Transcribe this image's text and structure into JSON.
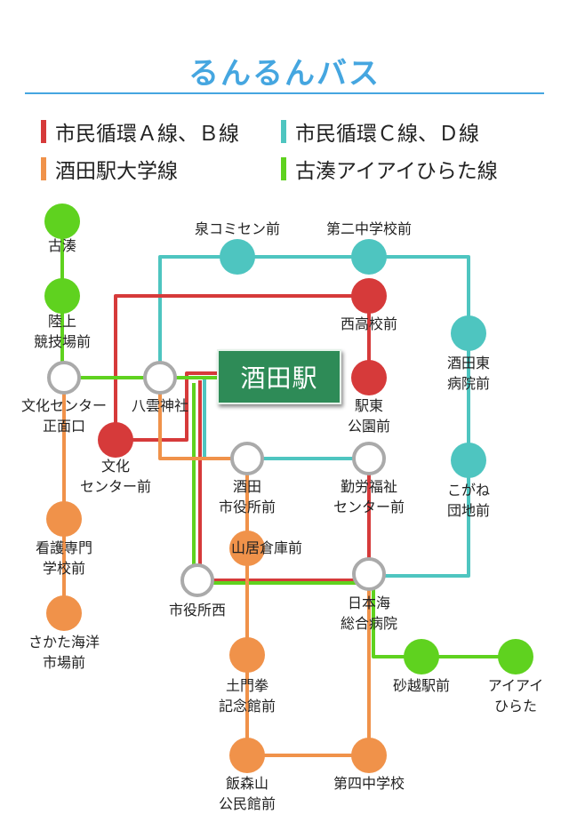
{
  "title": "るんるんバス",
  "legend": [
    {
      "label": "市民循環Ａ線、Ｂ線",
      "color": "#d63a3a"
    },
    {
      "label": "市民循環Ｃ線、Ｄ線",
      "color": "#4ec5c0"
    },
    {
      "label": "酒田駅大学線",
      "color": "#f0924a"
    },
    {
      "label": "古湊アイアイひらた線",
      "color": "#5fd21f"
    }
  ],
  "hub_station": "酒田駅",
  "stations": [
    {
      "id": "furuminato",
      "label": [
        "古湊"
      ],
      "type": "green"
    },
    {
      "id": "rikujo",
      "label": [
        "陸上",
        "競技場前"
      ],
      "type": "green"
    },
    {
      "id": "bunka-shomen",
      "label": [
        "文化センター",
        "正面口"
      ],
      "type": "transfer"
    },
    {
      "id": "yakumo",
      "label": [
        "八雲神社"
      ],
      "type": "transfer"
    },
    {
      "id": "bunka-mae",
      "label": [
        "文化",
        "センター前"
      ],
      "type": "red"
    },
    {
      "id": "izumi",
      "label": [
        "泉コミセン前"
      ],
      "type": "teal"
    },
    {
      "id": "dai2",
      "label": [
        "第二中学校前"
      ],
      "type": "teal"
    },
    {
      "id": "nishikoko",
      "label": [
        "西高校前"
      ],
      "type": "red"
    },
    {
      "id": "ekihigashi",
      "label": [
        "駅東",
        "公園前"
      ],
      "type": "red"
    },
    {
      "id": "sakatahigashi",
      "label": [
        "酒田東",
        "病院前"
      ],
      "type": "teal"
    },
    {
      "id": "koganene",
      "label": [
        "こがね",
        "団地前"
      ],
      "type": "teal"
    },
    {
      "id": "shiyakusho",
      "label": [
        "酒田",
        "市役所前"
      ],
      "type": "transfer"
    },
    {
      "id": "kinro",
      "label": [
        "勤労福祉",
        "センター前"
      ],
      "type": "transfer"
    },
    {
      "id": "kango",
      "label": [
        "看護専門",
        "学校前"
      ],
      "type": "orange"
    },
    {
      "id": "sanku",
      "label": [
        "山居倉庫前"
      ],
      "type": "orange"
    },
    {
      "id": "shiyakusho-nishi",
      "label": [
        "市役所西"
      ],
      "type": "transfer"
    },
    {
      "id": "nihonkai",
      "label": [
        "日本海",
        "総合病院"
      ],
      "type": "transfer"
    },
    {
      "id": "sakata-kaiyo",
      "label": [
        "さかた海洋",
        "市場前"
      ],
      "type": "orange"
    },
    {
      "id": "sagoshi",
      "label": [
        "砂越駅前"
      ],
      "type": "green"
    },
    {
      "id": "aiai",
      "label": [
        "アイアイ",
        "ひらた"
      ],
      "type": "green"
    },
    {
      "id": "domonken",
      "label": [
        "土門拳",
        "記念館前"
      ],
      "type": "orange"
    },
    {
      "id": "iimoriyama",
      "label": [
        "飯森山",
        "公民館前"
      ],
      "type": "orange"
    },
    {
      "id": "dai4",
      "label": [
        "第四中学校"
      ],
      "type": "orange"
    }
  ]
}
